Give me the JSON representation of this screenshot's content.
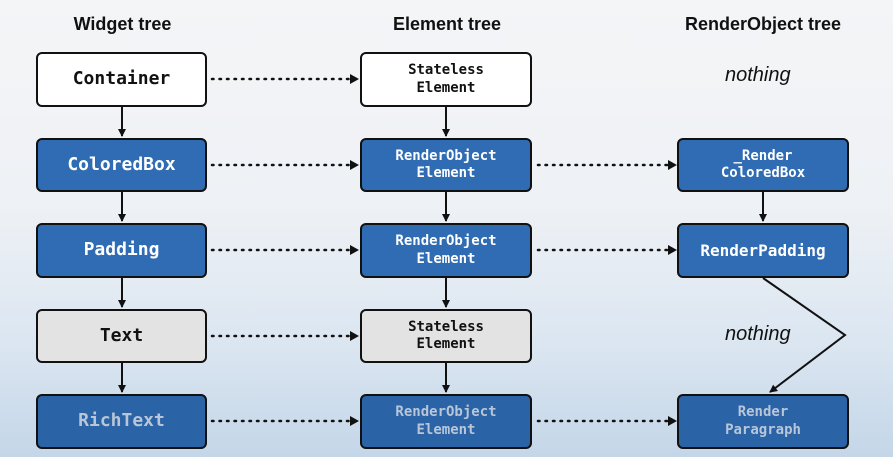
{
  "headers": {
    "widget": "Widget tree",
    "element": "Element tree",
    "render": "RenderObject tree"
  },
  "widgets": [
    "Container",
    "ColoredBox",
    "Padding",
    "Text",
    "RichText"
  ],
  "elements": [
    [
      "Stateless",
      "Element"
    ],
    [
      "RenderObject",
      "Element"
    ],
    [
      "RenderObject",
      "Element"
    ],
    [
      "Stateless",
      "Element"
    ],
    [
      "RenderObject",
      "Element"
    ]
  ],
  "render_objects": {
    "nothing_1": "nothing",
    "colored_box": [
      "_Render",
      "ColoredBox"
    ],
    "padding": "RenderPadding",
    "nothing_2": "nothing",
    "paragraph": [
      "Render",
      "Paragraph"
    ]
  },
  "colors": {
    "blue": "#2f6cb3",
    "white": "#ffffff",
    "grey": "#e3e3e3",
    "dim_text": "#b8c6d8"
  }
}
